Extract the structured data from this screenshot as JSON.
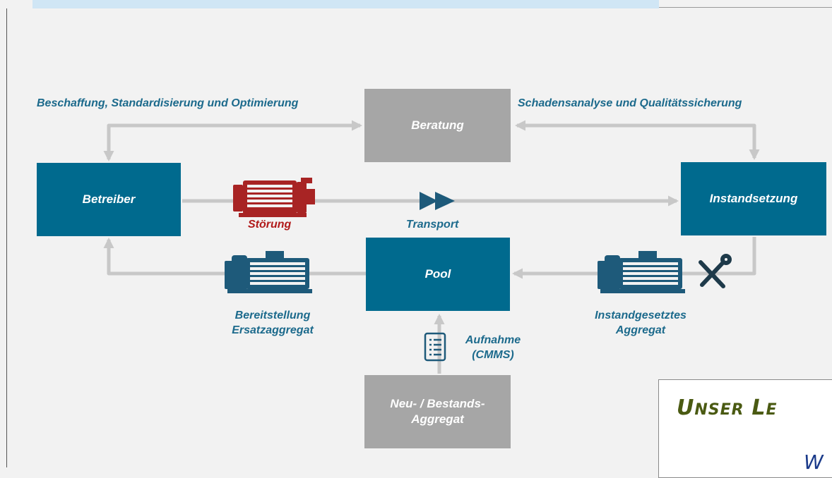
{
  "header_labels": {
    "left": "Beschaffung, Standardisierung und Optimierung",
    "right": "Schadensanalyse und Qualitätssicherung"
  },
  "boxes": {
    "beratung": "Beratung",
    "betreiber": "Betreiber",
    "instandsetzung": "Instandsetzung",
    "pool": "Pool",
    "neu_line1": "Neu- / Bestands-",
    "neu_line2": "Aggregat"
  },
  "labels": {
    "stoerung": "Störung",
    "transport": "Transport",
    "bereit_line1": "Bereitstellung",
    "bereit_line2": "Ersatzaggregat",
    "instand_line1": "Instandgesetztes",
    "instand_line2": "Aggregat",
    "aufnahme_line1": "Aufnahme",
    "aufnahme_line2": "(CMMS)"
  },
  "note": {
    "title": "Unser Le",
    "subtitle": "W"
  },
  "icons": [
    "pump-icon-red",
    "pump-icon-blue",
    "fast-forward-icon",
    "tools-icon",
    "checklist-icon"
  ],
  "colors": {
    "dark_box": "#006a8e",
    "grey_box": "#a6a6a6",
    "label_blue": "#1c6a8c",
    "alert_red": "#b11a1a",
    "arrow_grey": "#c8c8c8",
    "pump_blue": "#1e5a7a"
  }
}
